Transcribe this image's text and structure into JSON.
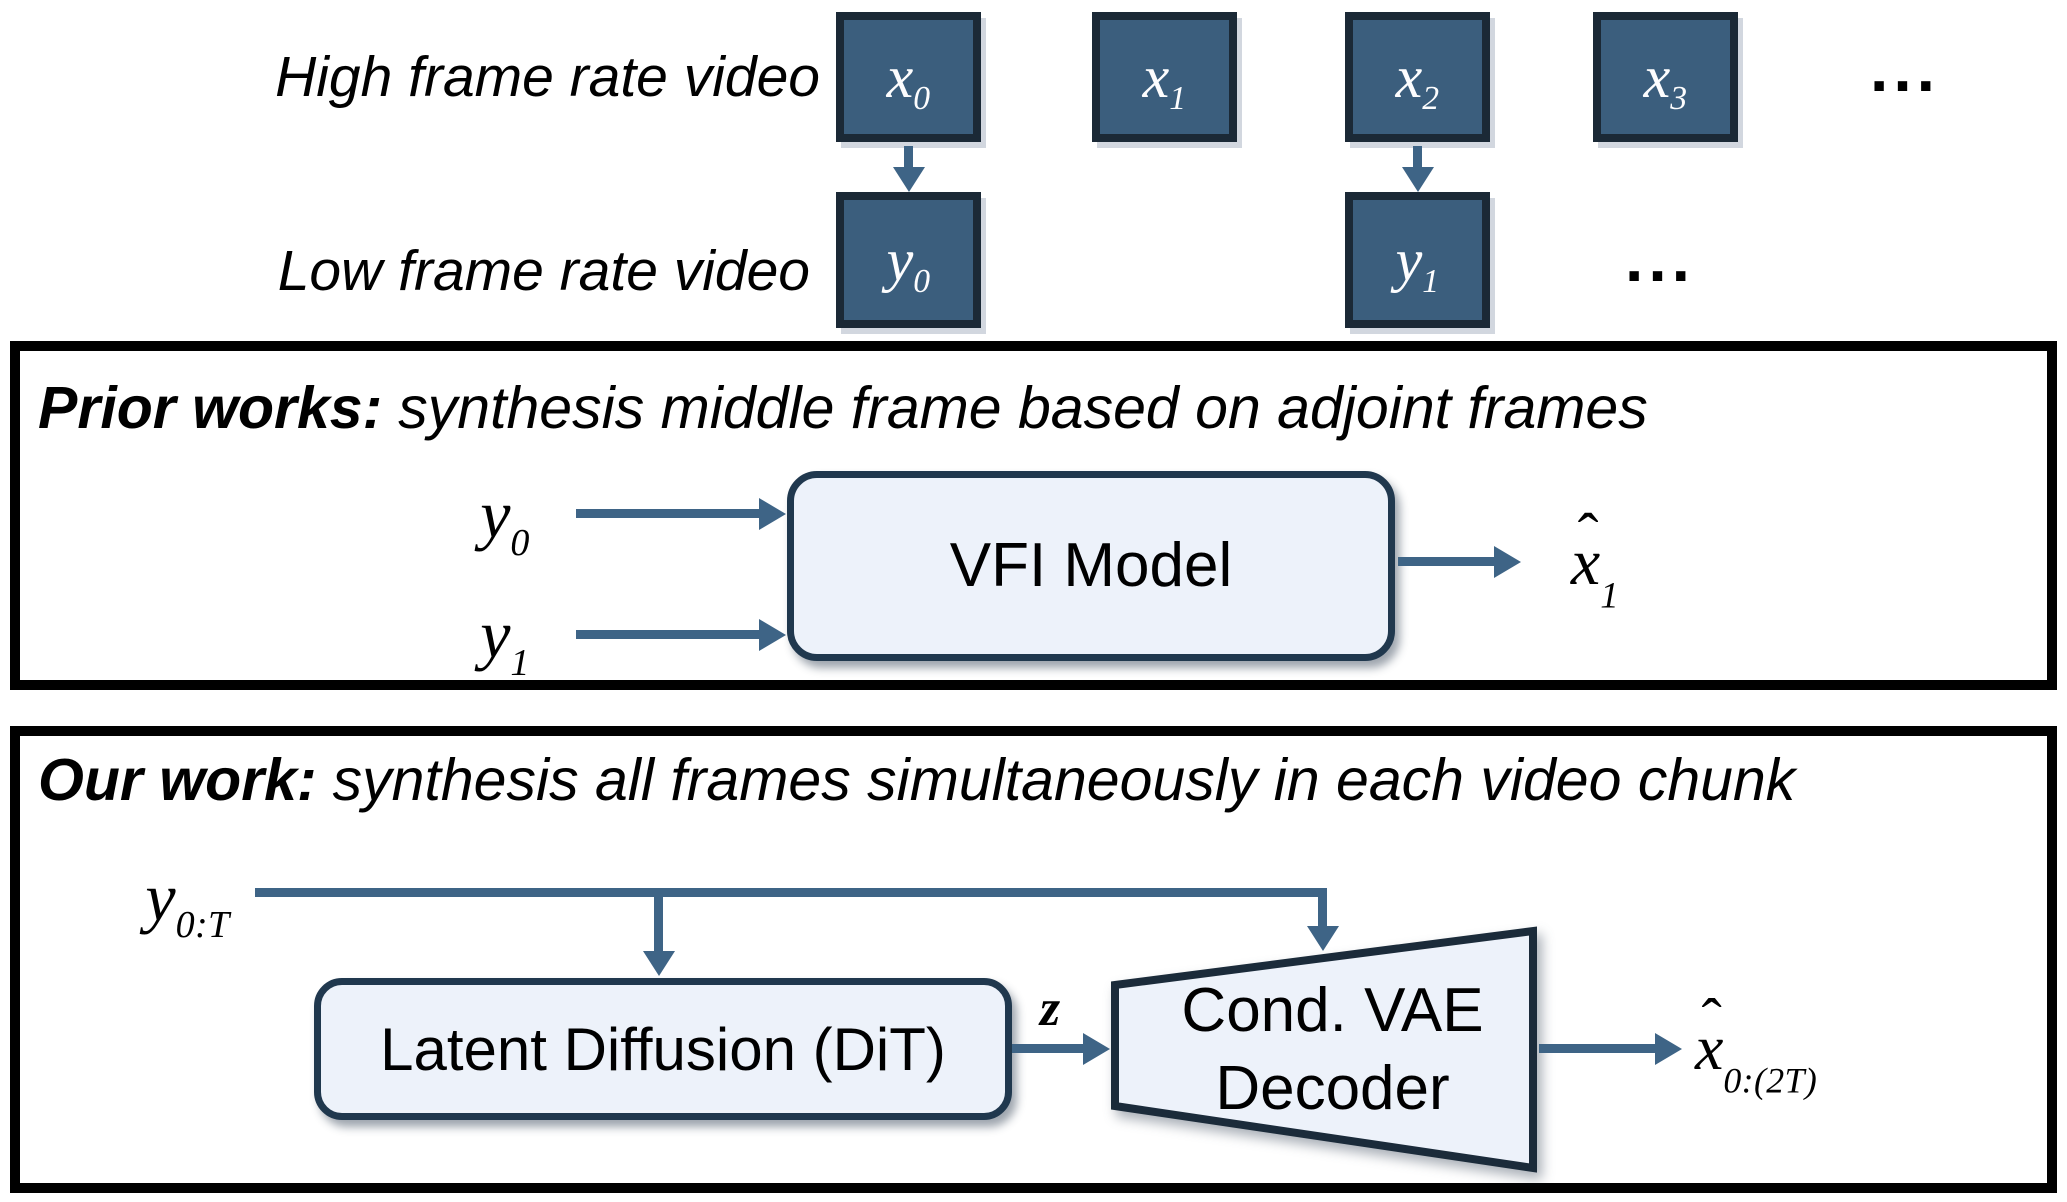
{
  "colors": {
    "frame_fill": "#3b5e7d",
    "frame_border": "#1b2936",
    "frame_text": "#fdfdfe",
    "arrow": "#3e6486",
    "module_fill": "#edf2fa",
    "module_border": "#20384e",
    "panel_border": "#000000",
    "text": "#000000"
  },
  "top": {
    "high_label": "High frame rate video",
    "low_label": "Low frame rate video",
    "x_frames": [
      {
        "base": "x",
        "sub": "0"
      },
      {
        "base": "x",
        "sub": "1"
      },
      {
        "base": "x",
        "sub": "2"
      },
      {
        "base": "x",
        "sub": "3"
      }
    ],
    "y_frames": [
      {
        "base": "y",
        "sub": "0"
      },
      {
        "base": "y",
        "sub": "1"
      }
    ],
    "ellipsis_high": "...",
    "ellipsis_low": "..."
  },
  "prior_panel": {
    "title_lead": "Prior works:",
    "title_rest": "synthesis middle frame based on adjoint frames",
    "inputs": [
      {
        "base": "y",
        "sub": "0"
      },
      {
        "base": "y",
        "sub": "1"
      }
    ],
    "model_label": "VFI Model",
    "output": {
      "hat": "ˆ",
      "base": "x",
      "sub": "1"
    }
  },
  "our_panel": {
    "title_lead": "Our work:",
    "title_rest": "synthesis all frames simultaneously in each video chunk",
    "input": {
      "base": "y",
      "sub": "0:T"
    },
    "diffusion_label": "Latent Diffusion (DiT)",
    "latent_label": "z",
    "decoder_label_line1": "Cond. VAE",
    "decoder_label_line2": "Decoder",
    "output": {
      "hat": "ˆ",
      "base": "x",
      "sub": "0:(2T)"
    }
  }
}
